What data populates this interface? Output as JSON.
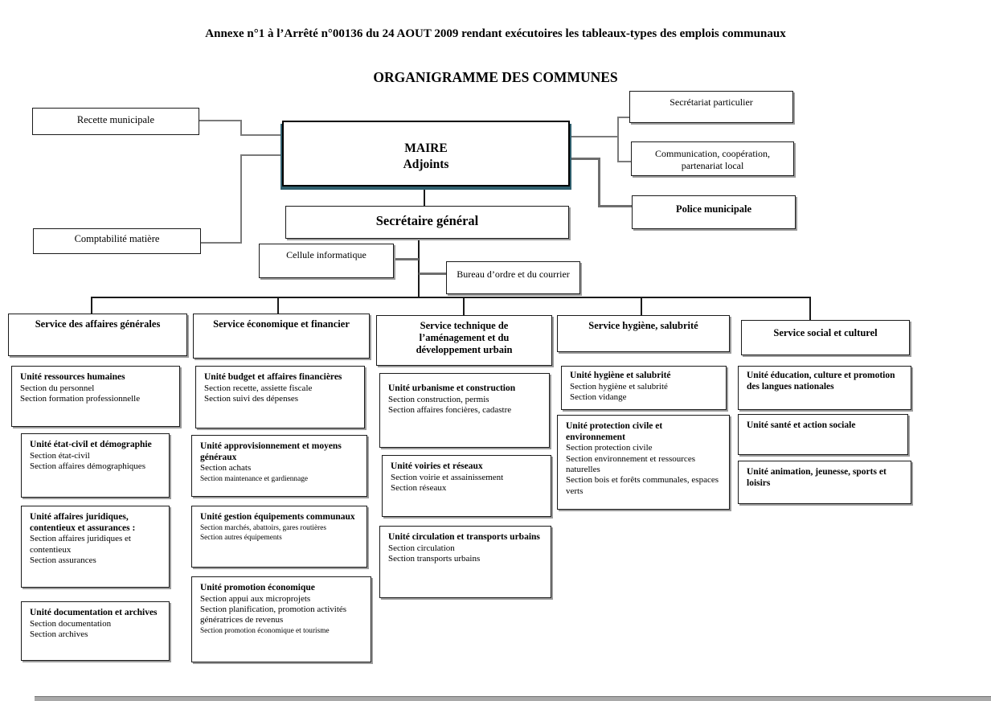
{
  "page": {
    "annexe_title": "Annexe n°1 à l’Arrêté n°00136 du 24 AOUT 2009 rendant exécutoires les tableaux-types des emplois communaux",
    "main_title": "ORGANIGRAMME DES COMMUNES"
  },
  "top": {
    "recette": "Recette municipale",
    "comptabilite": "Comptabilité matière",
    "maire_line1": "MAIRE",
    "maire_line2": "Adjoints",
    "secretariat_particulier": "Secrétariat particulier",
    "communication": "Communication, coopération, partenariat local",
    "police": "Police municipale",
    "secretaire_general": "Secrétaire général",
    "cellule_informatique": "Cellule informatique",
    "bureau_ordre": "Bureau d’ordre et du courrier"
  },
  "columns": [
    {
      "service": "Service des affaires générales",
      "units": [
        {
          "title": "Unité ressources humaines",
          "sections": [
            "Section du personnel",
            "Section formation professionnelle"
          ]
        },
        {
          "title": "Unité état-civil et démographie",
          "sections": [
            "Section état-civil",
            "Section affaires démographiques"
          ]
        },
        {
          "title": "Unité affaires juridiques, contentieux et assurances :",
          "sections": [
            "Section affaires juridiques et contentieux",
            "Section assurances"
          ]
        },
        {
          "title": "Unité documentation et archives",
          "sections": [
            "Section documentation",
            "Section archives"
          ]
        }
      ]
    },
    {
      "service": "Service économique et financier",
      "units": [
        {
          "title": "Unité budget et affaires financières",
          "sections": [
            "Section recette, assiette fiscale",
            "Section suivi des dépenses"
          ]
        },
        {
          "title": "Unité approvisionnement et moyens généraux",
          "sections": [
            "Section achats",
            "Section maintenance et gardiennage"
          ]
        },
        {
          "title": "Unité gestion équipements communaux",
          "sections": [
            "Section marchés, abattoirs, gares routières",
            "Section autres équipements"
          ]
        },
        {
          "title": "Unité promotion économique",
          "sections": [
            "Section appui aux microprojets",
            "Section planification, promotion activités génératrices de revenus",
            "Section promotion économique et tourisme"
          ]
        }
      ]
    },
    {
      "service": "Service technique de l’aménagement et du développement urbain",
      "units": [
        {
          "title": "Unité urbanisme et construction",
          "sections": [
            "Section construction, permis",
            "Section affaires foncières, cadastre"
          ]
        },
        {
          "title": "Unité voiries et réseaux",
          "sections": [
            "Section voirie et assainissement",
            "Section réseaux"
          ]
        },
        {
          "title": "Unité circulation et transports urbains",
          "sections": [
            "Section circulation",
            "Section transports urbains"
          ]
        }
      ]
    },
    {
      "service": "Service hygiène, salubrité",
      "units": [
        {
          "title": "Unité hygiène et salubrité",
          "sections": [
            "Section hygiène et salubrité",
            "Section vidange"
          ]
        },
        {
          "title": "Unité protection civile et environnement",
          "sections": [
            "Section protection civile",
            "Section environnement et ressources naturelles",
            "Section bois et forêts communales, espaces verts"
          ]
        }
      ]
    },
    {
      "service": "Service social et culturel",
      "units": [
        {
          "title": "Unité éducation, culture et promotion des langues nationales",
          "sections": []
        },
        {
          "title": "Unité santé et action sociale",
          "sections": []
        },
        {
          "title": "Unité animation, jeunesse, sports et loisirs",
          "sections": []
        }
      ]
    }
  ],
  "colors": {
    "line_gray": "#7a7a7a",
    "line_black": "#1a1a1a",
    "maire_shadow": "#2f5f6e",
    "box_shadow": "#9c9c9c"
  }
}
